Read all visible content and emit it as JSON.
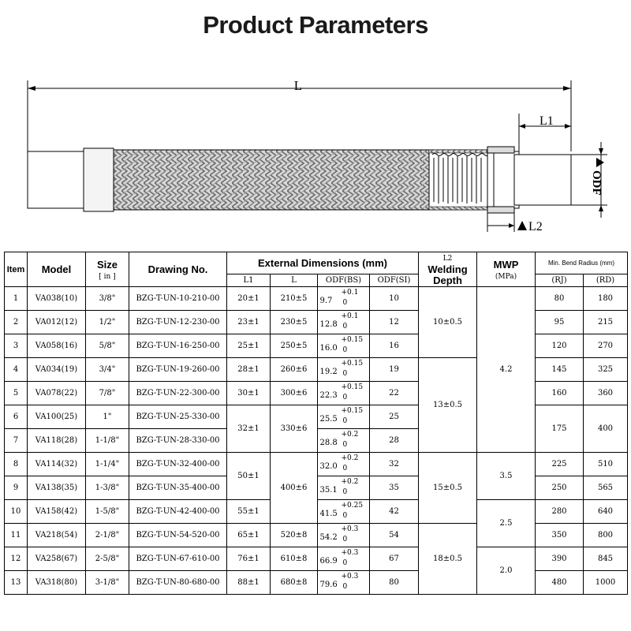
{
  "title": "Product Parameters",
  "drawing": {
    "label_L": "L",
    "label_L1": "L1",
    "label_L2": "L2",
    "label_ODF": "ODF"
  },
  "table": {
    "headers": {
      "item": "Item",
      "model": "Model",
      "size": "Size",
      "size_unit": "[ in ]",
      "drawing_no": "Drawing No.",
      "external_dimensions": "External Dimensions (mm)",
      "l1": "L1",
      "l": "L",
      "odf_bs": "ODF(BS)",
      "odf_si": "ODF(SI)",
      "l2_welding_depth_1": "L2",
      "l2_welding_depth_2": "Welding",
      "l2_welding_depth_3": "Depth",
      "mwp": "MWP",
      "mwp_unit": "(MPa)",
      "min_bend_radius": "Min. Bend Radius  (mm)",
      "rj": "(RJ)",
      "rd": "(RD)"
    },
    "rows": [
      {
        "item": "1",
        "model": "VA038(10)",
        "size": "3/8\"",
        "drawing": "BZG-T-UN-10-210-00",
        "l1": "20±1",
        "l": "210±5",
        "odf_base": "9.7",
        "odf_tol_up": "+0.1",
        "odf_tol_lo": "0",
        "odf_si": "10",
        "rj": "80",
        "rd": "180"
      },
      {
        "item": "2",
        "model": "VA012(12)",
        "size": "1/2\"",
        "drawing": "BZG-T-UN-12-230-00",
        "l1": "23±1",
        "l": "230±5",
        "odf_base": "12.8",
        "odf_tol_up": "+0.1",
        "odf_tol_lo": "0",
        "odf_si": "12",
        "rj": "95",
        "rd": "215"
      },
      {
        "item": "3",
        "model": "VA058(16)",
        "size": "5/8\"",
        "drawing": "BZG-T-UN-16-250-00",
        "l1": "25±1",
        "l": "250±5",
        "odf_base": "16.0",
        "odf_tol_up": "+0.15",
        "odf_tol_lo": "0",
        "odf_si": "16",
        "rj": "120",
        "rd": "270"
      },
      {
        "item": "4",
        "model": "VA034(19)",
        "size": "3/4\"",
        "drawing": "BZG-T-UN-19-260-00",
        "l1": "28±1",
        "l": "260±6",
        "odf_base": "19.2",
        "odf_tol_up": "+0.15",
        "odf_tol_lo": "0",
        "odf_si": "19",
        "rj": "145",
        "rd": "325"
      },
      {
        "item": "5",
        "model": "VA078(22)",
        "size": "7/8\"",
        "drawing": "BZG-T-UN-22-300-00",
        "l1": "30±1",
        "l": "300±6",
        "odf_base": "22.3",
        "odf_tol_up": "+0.15",
        "odf_tol_lo": "0",
        "odf_si": "22",
        "rj": "160",
        "rd": "360"
      },
      {
        "item": "6",
        "model": "VA100(25)",
        "size": "1\"",
        "drawing": "BZG-T-UN-25-330-00",
        "odf_base": "25.5",
        "odf_tol_up": "+0.15",
        "odf_tol_lo": "0",
        "odf_si": "25"
      },
      {
        "item": "7",
        "model": "VA118(28)",
        "size": "1-1/8\"",
        "drawing": "BZG-T-UN-28-330-00",
        "odf_base": "28.8",
        "odf_tol_up": "+0.2",
        "odf_tol_lo": "0",
        "odf_si": "28"
      },
      {
        "item": "8",
        "model": "VA114(32)",
        "size": "1-1/4\"",
        "drawing": "BZG-T-UN-32-400-00",
        "odf_base": "32.0",
        "odf_tol_up": "+0.2",
        "odf_tol_lo": "0",
        "odf_si": "32",
        "rj": "225",
        "rd": "510"
      },
      {
        "item": "9",
        "model": "VA138(35)",
        "size": "1-3/8\"",
        "drawing": "BZG-T-UN-35-400-00",
        "odf_base": "35.1",
        "odf_tol_up": "+0.2",
        "odf_tol_lo": "0",
        "odf_si": "35",
        "rj": "250",
        "rd": "565"
      },
      {
        "item": "10",
        "model": "VA158(42)",
        "size": "1-5/8\"",
        "drawing": "BZG-T-UN-42-400-00",
        "l1": "55±1",
        "odf_base": "41.5",
        "odf_tol_up": "+0.25",
        "odf_tol_lo": "0",
        "odf_si": "42",
        "rj": "280",
        "rd": "640"
      },
      {
        "item": "11",
        "model": "VA218(54)",
        "size": "2-1/8\"",
        "drawing": "BZG-T-UN-54-520-00",
        "l1": "65±1",
        "l": "520±8",
        "odf_base": "54.2",
        "odf_tol_up": "+0.3",
        "odf_tol_lo": "0",
        "odf_si": "54",
        "rj": "350",
        "rd": "800"
      },
      {
        "item": "12",
        "model": "VA258(67)",
        "size": "2-5/8\"",
        "drawing": "BZG-T-UN-67-610-00",
        "l1": "76±1",
        "l": "610±8",
        "odf_base": "66.9",
        "odf_tol_up": "+0.3",
        "odf_tol_lo": "0",
        "odf_si": "67",
        "rj": "390",
        "rd": "845"
      },
      {
        "item": "13",
        "model": "VA318(80)",
        "size": "3-1/8\"",
        "drawing": "BZG-T-UN-80-680-00",
        "l1": "88±1",
        "l": "680±8",
        "odf_base": "79.6",
        "odf_tol_up": "+0.3",
        "odf_tol_lo": "0",
        "odf_si": "80",
        "rj": "480",
        "rd": "1000"
      }
    ],
    "merged": {
      "l1_rows_6_7": "32±1",
      "l_rows_6_7": "330±6",
      "l1_rows_8_9": "50±1",
      "l_rows_8_10": "400±6",
      "rj_rows_6_7": "175",
      "rd_rows_6_7": "400",
      "welding_rows_1_3": "10±0.5",
      "welding_rows_4_7": "13±0.5",
      "welding_rows_8_10": "15±0.5",
      "welding_rows_11_13": "18±0.5",
      "mwp_rows_1_7": "4.2",
      "mwp_rows_8_9": "3.5",
      "mwp_rows_10_11": "2.5",
      "mwp_rows_12_13": "2.0"
    }
  }
}
